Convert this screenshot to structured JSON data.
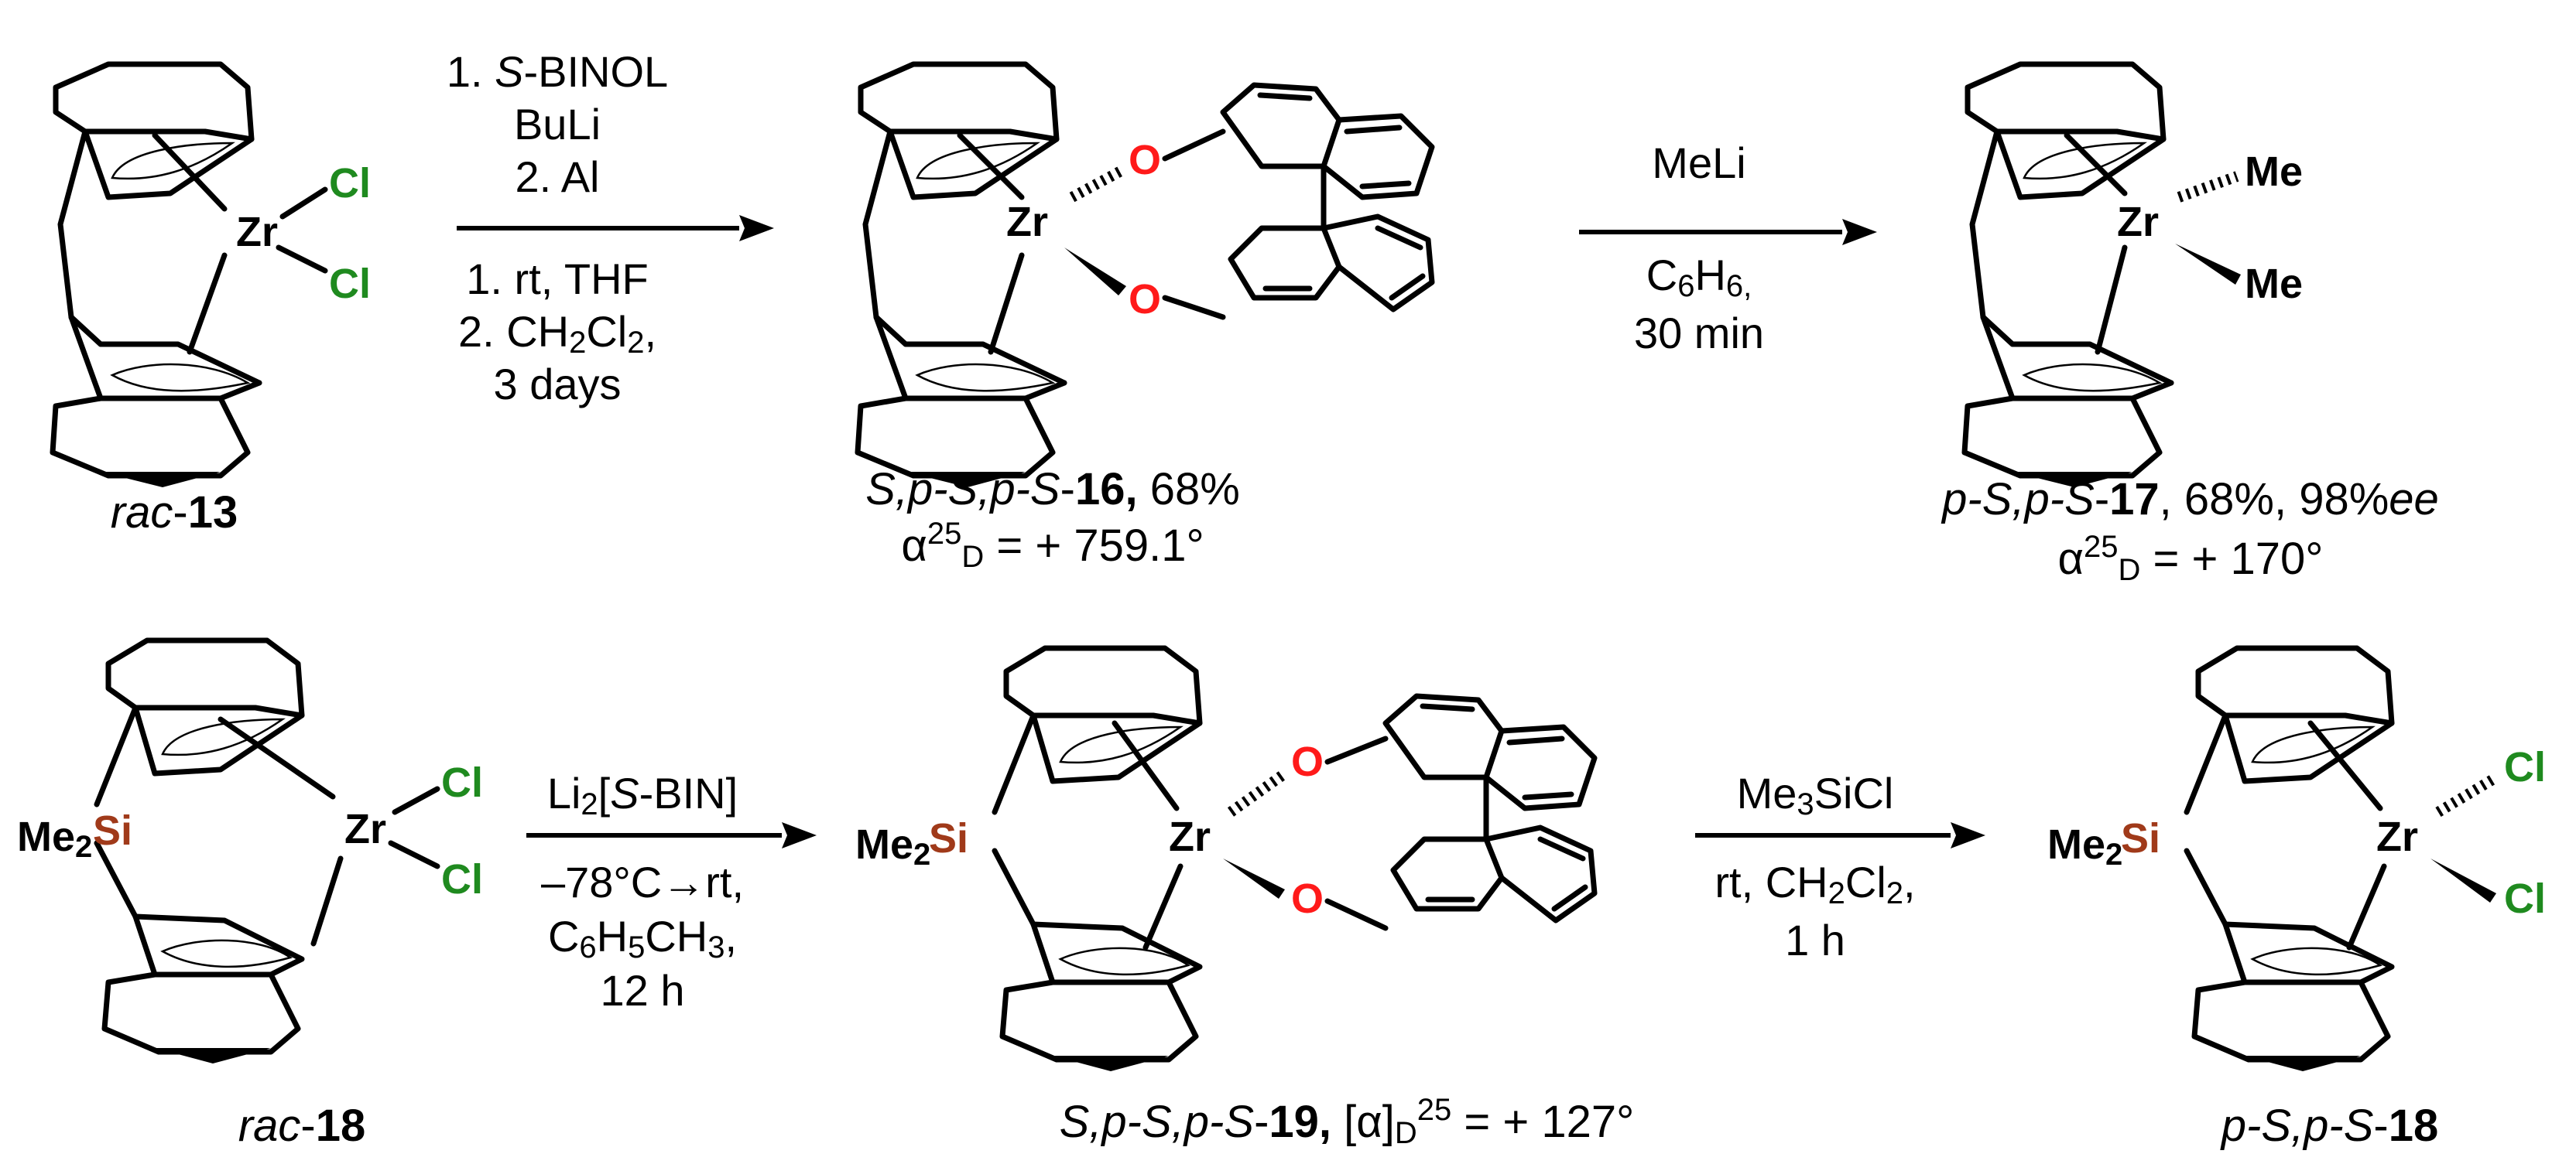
{
  "atoms": {
    "zr": "Zr",
    "cl": "Cl",
    "o": "O",
    "me": "Me",
    "si": "Si",
    "me2": "Me",
    "me2_sub": "2"
  },
  "step1": {
    "c1_a": "1. ",
    "c1_b": "S",
    "c1_c": "-BINOL",
    "c2": "BuLi",
    "c3": "2. Al",
    "c4": "1. rt, THF",
    "c5_a": "2. CH",
    "c5_b": "2",
    "c5_c": "Cl",
    "c5_d": "2",
    "c5_e": ",",
    "c6": "3 days"
  },
  "step2": {
    "c1": "MeLi",
    "c2_a": "C",
    "c2_b": "6",
    "c2_c": "H",
    "c2_d": "6,",
    "c3": "30 min"
  },
  "step3": {
    "c1_a": "Li",
    "c1_b": "2",
    "c1_c": "[",
    "c1_d": "S",
    "c1_e": "-BIN]",
    "c2": "–78°C→rt,",
    "c3_a": "C",
    "c3_b": "6",
    "c3_c": "H",
    "c3_d": "5",
    "c3_e": "CH",
    "c3_f": "3",
    "c3_g": ",",
    "c4": "12 h"
  },
  "step4": {
    "c1_a": "Me",
    "c1_b": "3",
    "c1_c": "SiCl",
    "c2_a": "rt, CH",
    "c2_b": "2",
    "c2_c": "Cl",
    "c2_d": "2",
    "c2_e": ",",
    "c3": "1 h"
  },
  "labels": {
    "rac13_a": "rac",
    "rac13_b": "-",
    "rac13_c": "13",
    "c16_a": "S,p-S,p-S",
    "c16_b": "-",
    "c16_c": "16,",
    "c16_d": " 68%",
    "c16_rot_a": "α",
    "c16_rot_b": "25",
    "c16_rot_c": "D",
    "c16_rot_d": " = + 759.1°",
    "c17_a": "p-S,p-S",
    "c17_b": "-",
    "c17_c": "17",
    "c17_d": ", 68%, 98%",
    "c17_e": "ee",
    "c17_rot_a": "α",
    "c17_rot_b": "25",
    "c17_rot_c": "D",
    "c17_rot_d": " = + 170°",
    "rac18_a": "rac",
    "rac18_b": "-",
    "rac18_c": "18",
    "c19_a": "S,p-S,p-S",
    "c19_b": "-",
    "c19_c": "19,",
    "c19_d": " [α]",
    "c19_e": "D",
    "c19_f": "25",
    "c19_g": " = + 127°",
    "c18_a": "p-S,p-S",
    "c18_b": "-",
    "c18_c": "18"
  },
  "colors": {
    "zr": "#000000",
    "cl": "#1f8a1f",
    "o": "#ff1a1a",
    "si": "#a03a1a",
    "bond": "#000000"
  }
}
